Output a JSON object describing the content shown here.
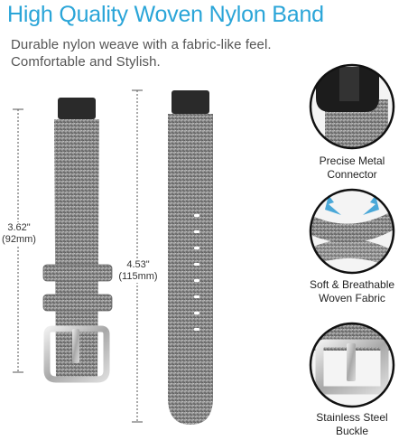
{
  "header": {
    "title": "High Quality Woven Nylon Band",
    "subtitle_line1": "Durable nylon weave with a fabric-like feel.",
    "subtitle_line2": "Comfortable and Stylish."
  },
  "dimensions": {
    "short_band_in": "3.62\"",
    "short_band_mm": "(92mm)",
    "long_band_in": "4.53\"",
    "long_band_mm": "(115mm)"
  },
  "features": [
    {
      "line1": "Precise Metal",
      "line2": "Connector",
      "icon": "metal-connector-closeup"
    },
    {
      "line1": "Soft & Breathable",
      "line2": "Woven Fabric",
      "icon": "woven-fabric-closeup"
    },
    {
      "line1": "Stainless Steel",
      "line2": "Buckle",
      "icon": "steel-buckle-closeup"
    }
  ],
  "colors": {
    "title": "#2aa5d8",
    "fabric": "#8c8c8c",
    "metal": "#c8c8c8",
    "arrow": "#4aa8d8"
  }
}
